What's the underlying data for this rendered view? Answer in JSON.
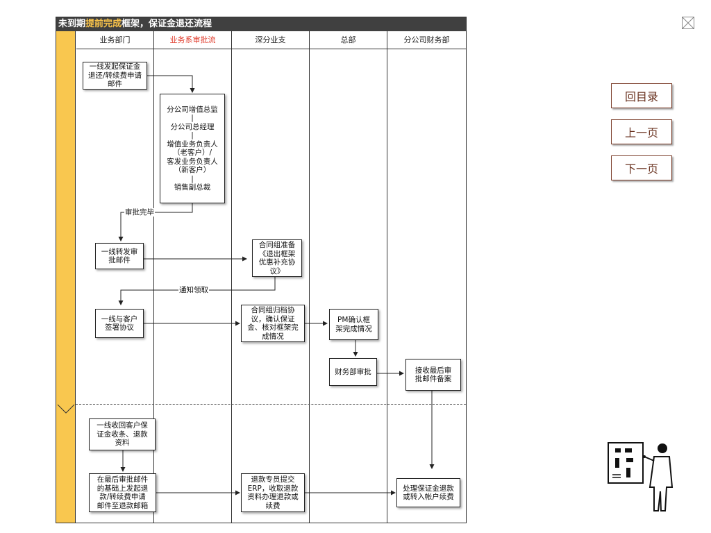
{
  "title": {
    "prefix": "未到期",
    "highlight": "提前完成",
    "suffix": "框架，保证金退还流程"
  },
  "lanes": [
    "业务部门",
    "业务系审批流",
    "深分业支",
    "总部",
    "分公司财务部"
  ],
  "colors": {
    "title_bar": "#404040",
    "highlight": "#f7c24a",
    "side_stripe": "#f9c74f",
    "lane_red": "#e03c2c",
    "nav_border": "#7a3b27",
    "nav_text": "#6a3320"
  },
  "boxes": {
    "b1": "一线发起保证金\n退还/转续费申请\n邮件",
    "b2": "分公司增值总监\n|\n分公司总经理\n|\n增值业务负责人\n（老客户）/\n客发业务负责人\n（新客户）\n|\n销售副总裁",
    "b3": "一线转发审\n批邮件",
    "b4": "合同组准备\n《退出框架\n优惠补充协\n议》",
    "b5": "一线与客户\n签署协议",
    "b6": "合同组归档协\n议，确认保证\n金、核对框架完\n成情况",
    "b7": "PM确认框\n架完成情况",
    "b8": "财务部审批",
    "b9": "接收最后审\n批邮件备案",
    "b10": "一线收回客户保\n证金收条、退款\n资料",
    "b11": "在最后审批邮件\n的基础上发起退\n款/转续费申请\n邮件至退款邮箱",
    "b12": "退款专员提交\nERP，收取退款\n资料办理退款或\n续费",
    "b13": "处理保证金退款\n或转入帐户续费"
  },
  "labels": {
    "approved": "审批完毕",
    "notify": "通知领取"
  },
  "nav": {
    "toc": "回目录",
    "prev": "上一页",
    "next": "下一页"
  },
  "icons": {
    "close": "close-icon",
    "presenter": "presenter-chart-icon"
  }
}
